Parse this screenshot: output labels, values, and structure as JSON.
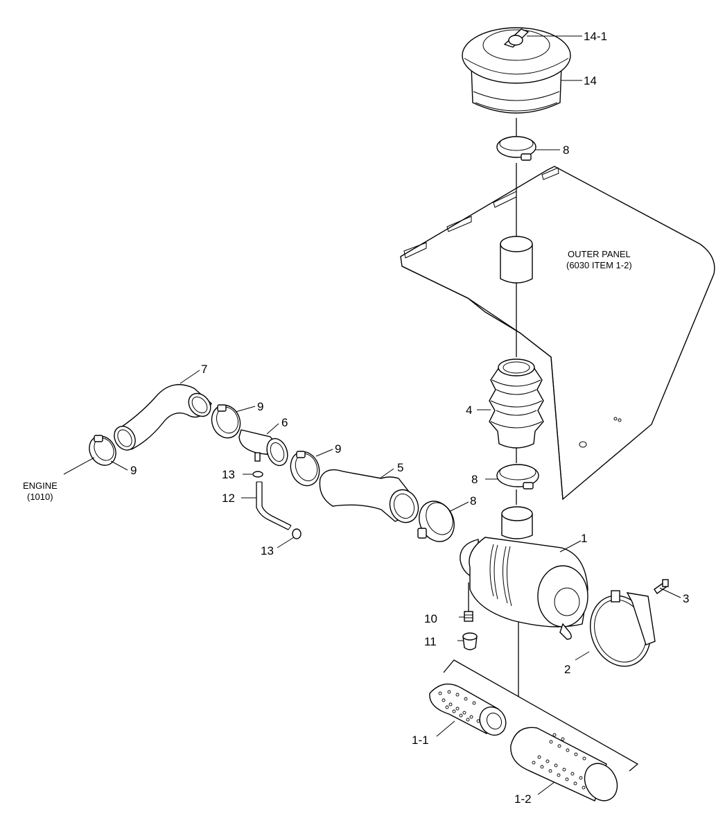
{
  "labels": {
    "p14_1": "14-1",
    "p14": "14",
    "p8_top": "8",
    "p8_mid": "8",
    "p8_low": "8",
    "p7": "7",
    "p9_a": "9",
    "p9_b": "9",
    "p9_c": "9",
    "p6": "6",
    "p5": "5",
    "p4": "4",
    "p13_a": "13",
    "p13_b": "13",
    "p12": "12",
    "p1": "1",
    "p3": "3",
    "p2": "2",
    "p10": "10",
    "p11": "11",
    "p1_1": "1-1",
    "p1_2": "1-2"
  },
  "notes": {
    "outer_panel_line1": "OUTER PANEL",
    "outer_panel_line2": "(6030 ITEM 1-2)",
    "engine_line1": "ENGINE",
    "engine_line2": "(1010)"
  }
}
